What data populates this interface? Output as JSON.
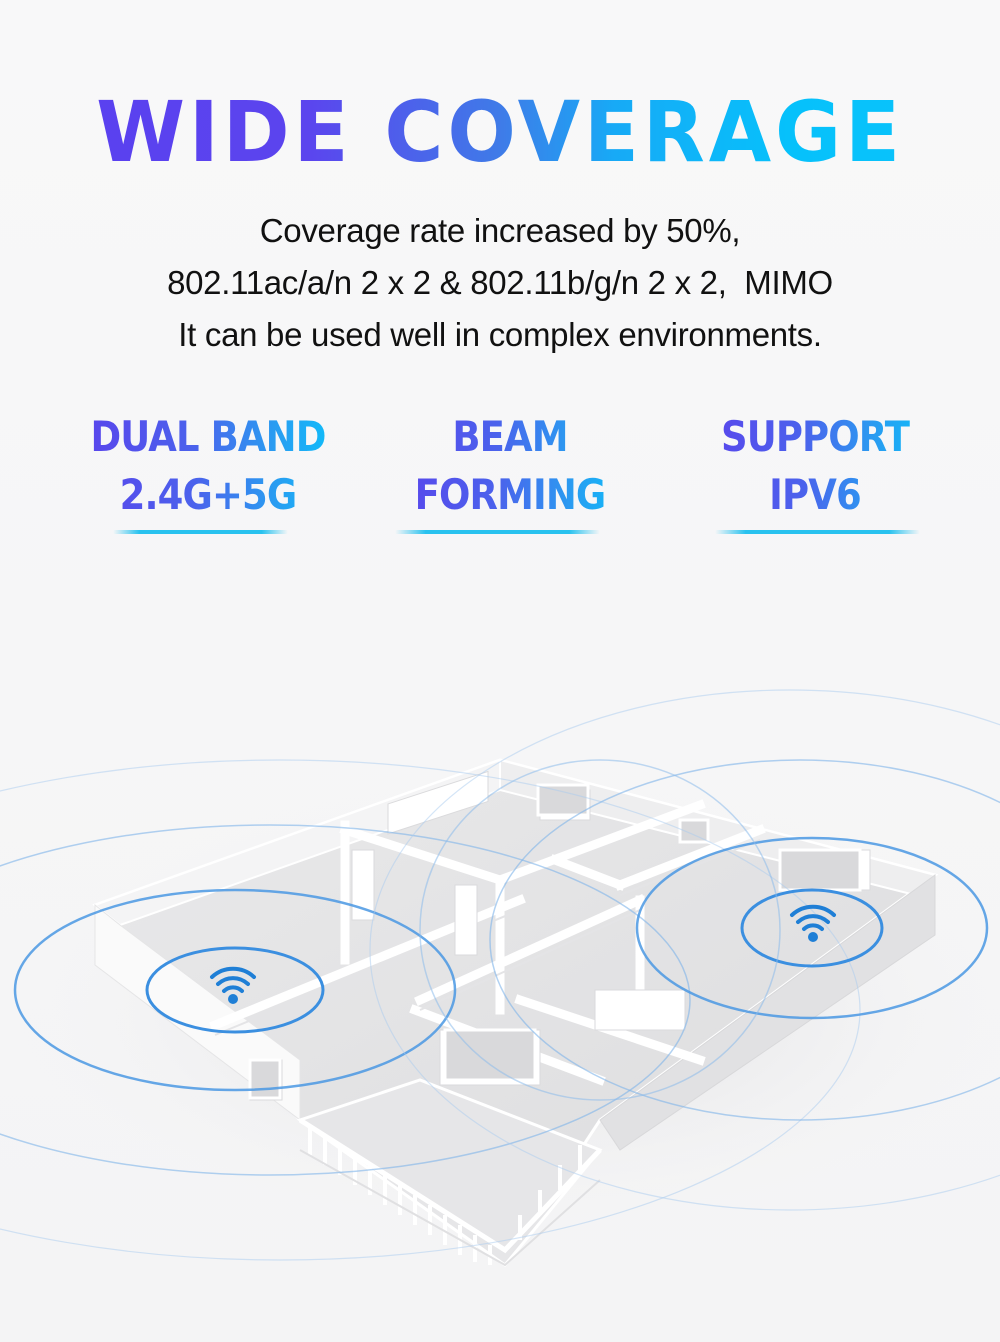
{
  "headline": "WIDE COVERAGE",
  "subtitle": {
    "lines": [
      "Coverage rate increased by 50%,",
      "802.11ac/a/n 2 x 2 & 802.11b/g/n 2 x 2,  MIMO",
      "It can be used well in complex environments."
    ]
  },
  "features": [
    {
      "line1": "DUAL BAND",
      "line2": "2.4G+5G"
    },
    {
      "line1": "BEAM",
      "line2": "FORMING"
    },
    {
      "line1": "SUPPORT",
      "line2": "IPV6"
    }
  ],
  "illustration": {
    "subject": "isometric apartment floor plan",
    "icons": [
      "wifi-icon",
      "wifi-icon"
    ],
    "colors": {
      "signal_ring": "#3b8fe0",
      "wifi_icon": "#1f7fd6",
      "headline_start": "#5a3ff0",
      "headline_end": "#0bc3fb",
      "feature_underline": "#29c2ef"
    }
  }
}
